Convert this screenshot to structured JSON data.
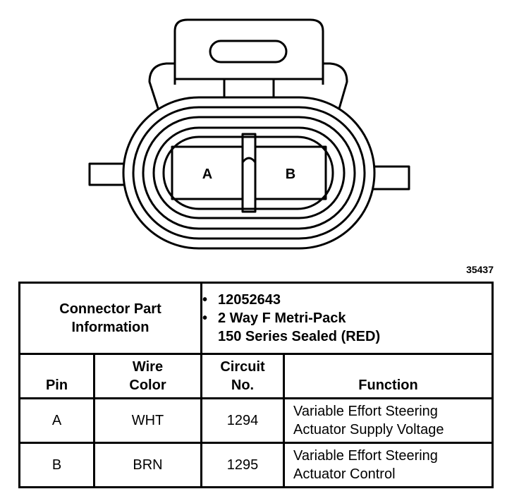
{
  "connector": {
    "cavities": [
      {
        "label": "A"
      },
      {
        "label": "B"
      }
    ]
  },
  "reference_number": "35437",
  "part_info": {
    "label_line1": "Connector Part",
    "label_line2": "Information",
    "part_number": "12052643",
    "description_line1": "2 Way F Metri-Pack",
    "description_line2": "150 Series Sealed (RED)"
  },
  "table": {
    "headers": {
      "pin": "Pin",
      "wire_color_line1": "Wire",
      "wire_color_line2": "Color",
      "circuit_line1": "Circuit",
      "circuit_line2": "No.",
      "function": "Function"
    },
    "rows": [
      {
        "pin": "A",
        "wire_color": "WHT",
        "circuit": "1294",
        "function_line1": "Variable Effort Steering",
        "function_line2": "Actuator Supply Voltage"
      },
      {
        "pin": "B",
        "wire_color": "BRN",
        "circuit": "1295",
        "function_line1": "Variable Effort Steering",
        "function_line2": "Actuator Control"
      }
    ]
  }
}
